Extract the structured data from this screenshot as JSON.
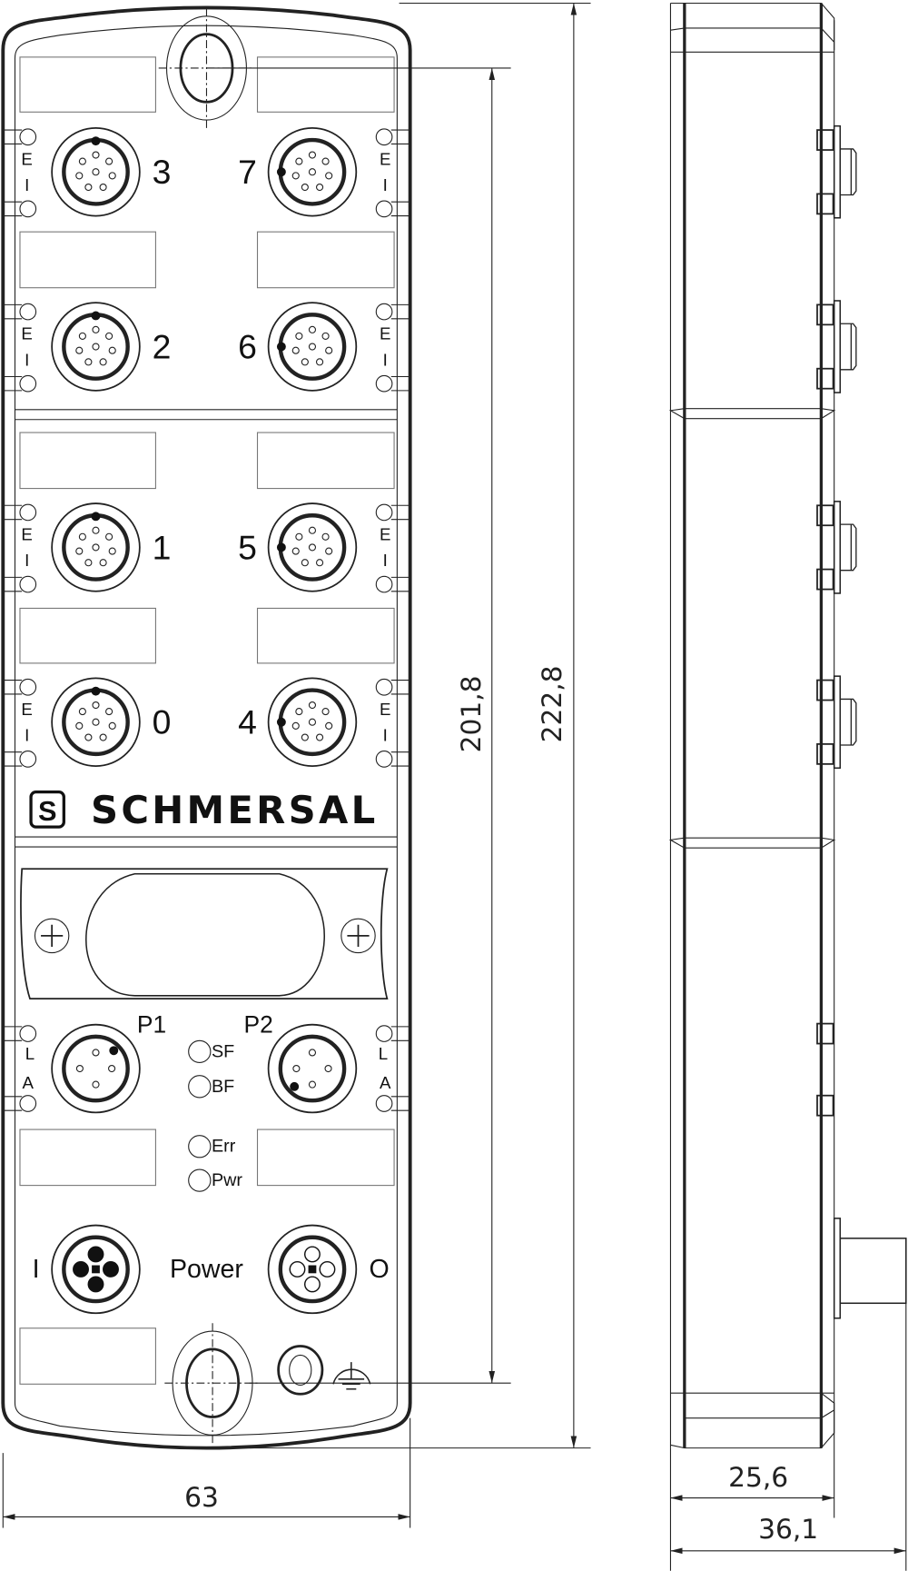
{
  "front_view": {
    "ports_left": [
      "3",
      "2",
      "1",
      "0"
    ],
    "ports_right": [
      "7",
      "6",
      "5",
      "4"
    ],
    "io_led_labels": {
      "e": "E",
      "i": "I"
    },
    "link_led_labels": {
      "l": "L",
      "a": "A"
    },
    "brand": "SCHMERSAL",
    "fieldbus_ports": [
      "P1",
      "P2"
    ],
    "status_leds": [
      "SF",
      "BF",
      "Err",
      "Pwr"
    ],
    "power": {
      "label": "Power",
      "in": "I",
      "out": "O"
    }
  },
  "dimensions": {
    "hole_spacing": "201,8",
    "height": "222,8",
    "width": "63",
    "depth_body": "25,6",
    "depth_total": "36,1"
  }
}
